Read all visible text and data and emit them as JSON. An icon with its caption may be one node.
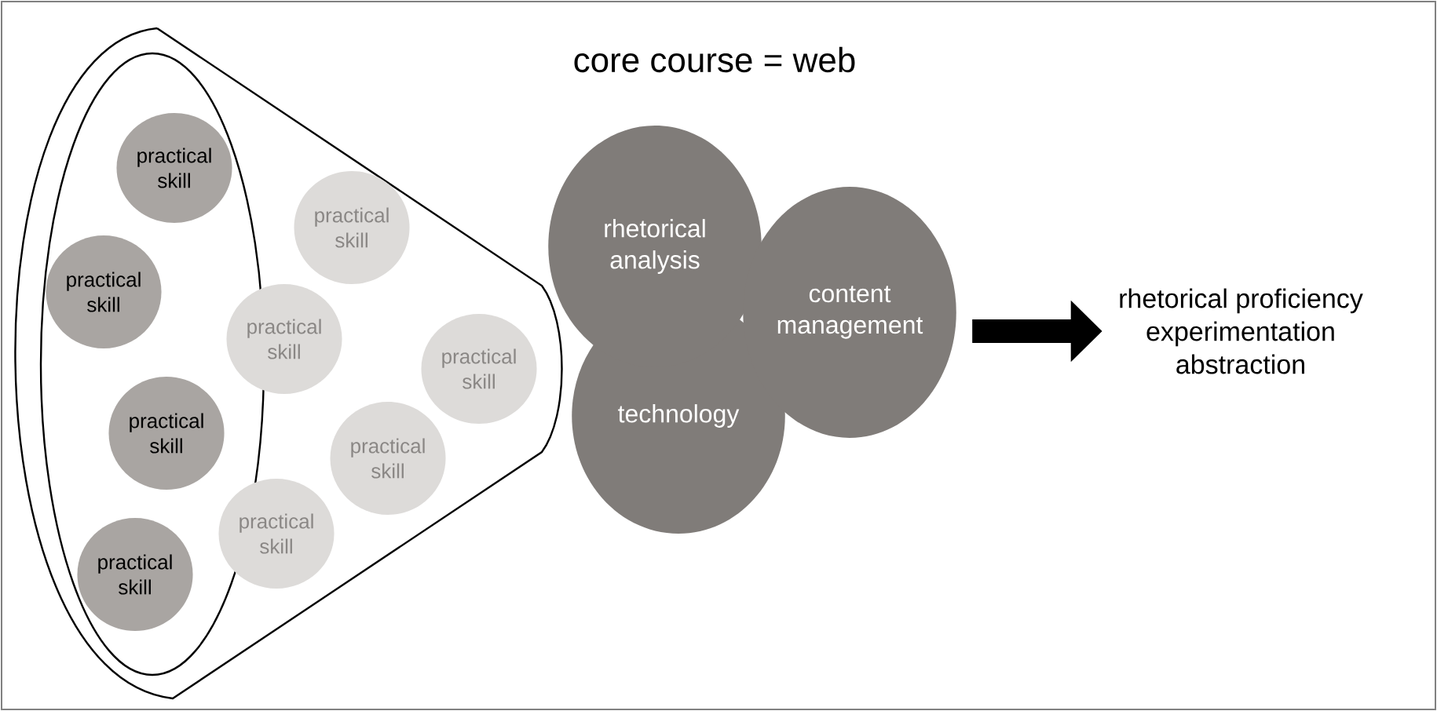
{
  "diagram": {
    "title": "core course = web",
    "nodes": [
      {
        "text": [
          "practical skill"
        ]
      },
      {
        "text": [
          "practical skill"
        ]
      },
      {
        "text": [
          "practical skill"
        ]
      },
      {
        "text": [
          "practical skill"
        ]
      },
      {
        "text": [
          "practical skill"
        ]
      },
      {
        "text": [
          "practical skill"
        ]
      },
      {
        "text": [
          "practical skill"
        ]
      },
      {
        "text": [
          "practical skill"
        ]
      },
      {
        "text": [
          "practical skill"
        ]
      },
      {
        "text": [
          "rhetorical analysis"
        ]
      },
      {
        "text": [
          "content management"
        ]
      },
      {
        "text": [
          "technology"
        ]
      },
      {
        "text": [
          "rhetorical proficiency",
          "experimentation",
          "abstraction"
        ]
      }
    ],
    "edges": [
      {
        "from": 10,
        "to": 12,
        "arrow": "to"
      }
    ]
  }
}
